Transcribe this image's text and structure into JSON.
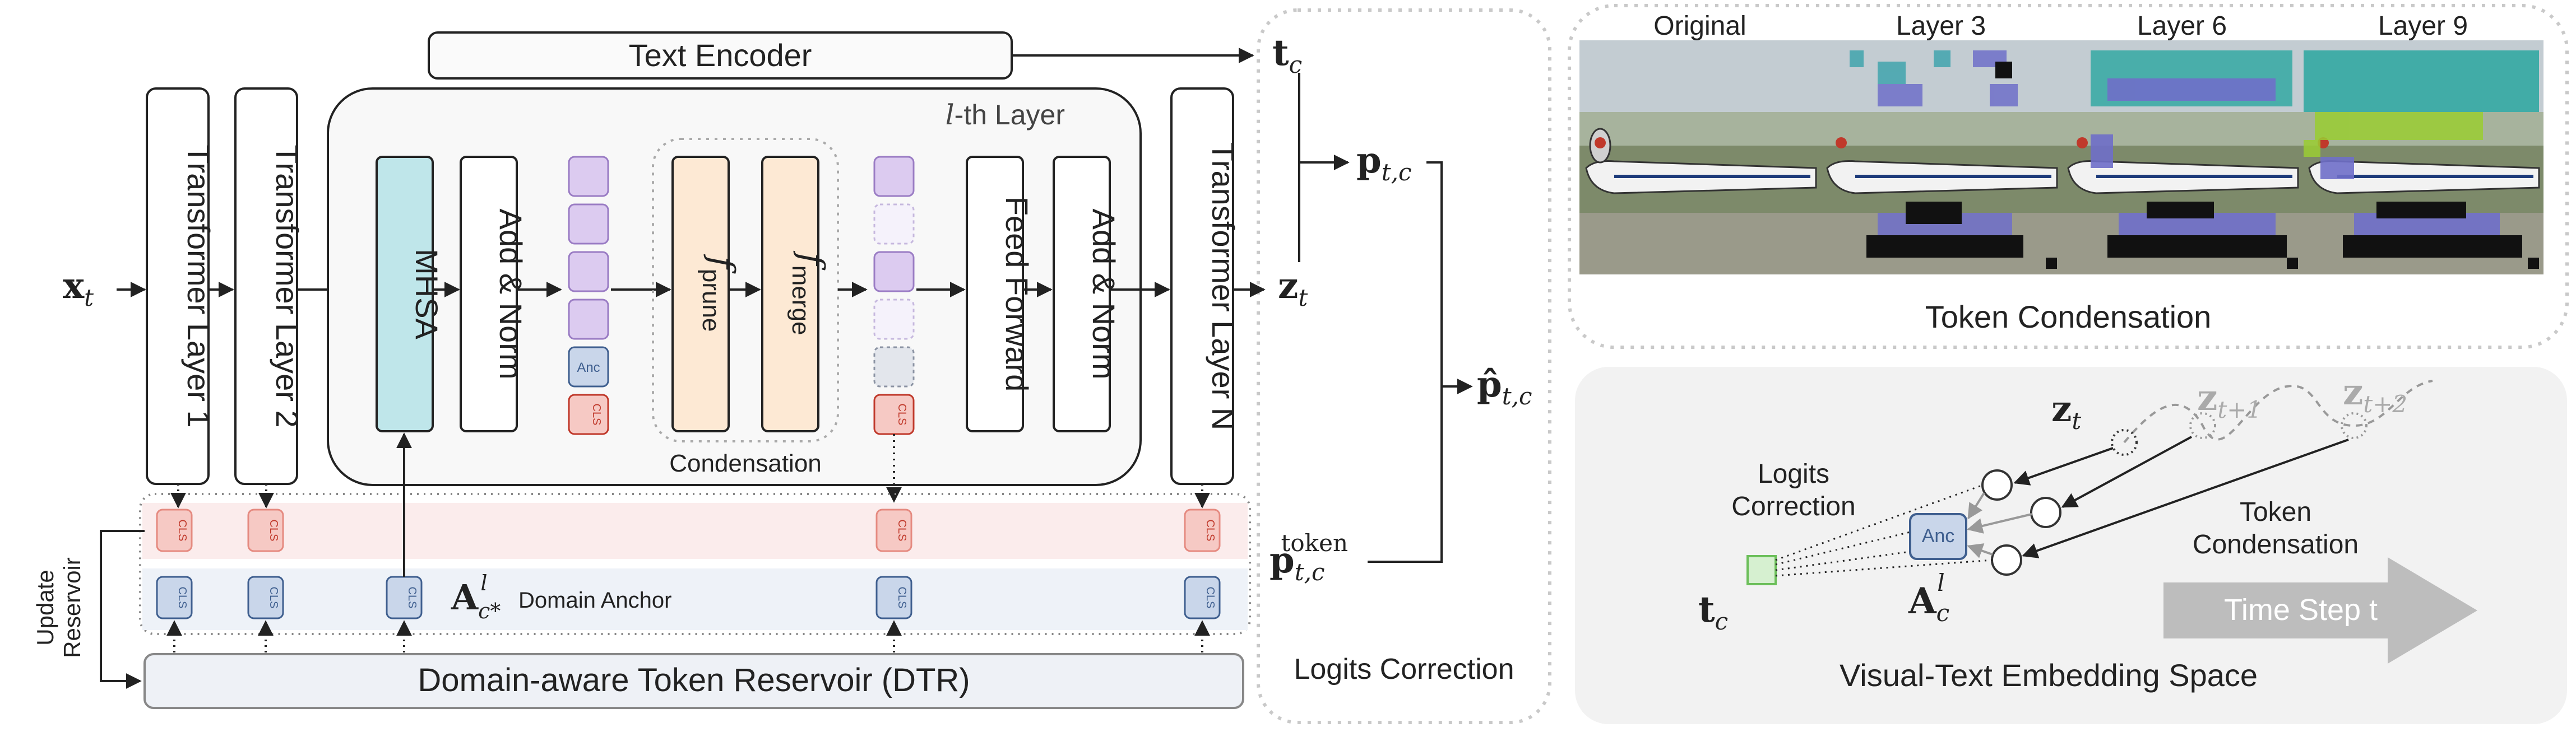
{
  "text_encoder": "Text Encoder",
  "inputs": {
    "x": "x",
    "x_sub": "t"
  },
  "layers": {
    "layer1": "Transformer Layer 1",
    "layer2": "Transformer Layer 2",
    "layerN": "Transformer Layer N"
  },
  "lth_layer": {
    "l": "l",
    "suffix": "-th Layer"
  },
  "blocks": {
    "mhsa": "MHSA",
    "add_norm": "Add & Norm",
    "feed_forward": "Feed Forward",
    "add_norm2": "Add & Norm",
    "f_prune_f": "f",
    "f_prune_sub": "prune",
    "f_merge_f": "f",
    "f_merge_sub": "merge",
    "condensation": "Condensation"
  },
  "token_labels": {
    "anc": "Anc",
    "cls": "CLS"
  },
  "outputs": {
    "tc": "t",
    "tc_sub": "c",
    "p": "p",
    "p_sub": "t,c",
    "z": "z",
    "z_sub": "t",
    "phat": "p̂",
    "phat_sub": "t,c",
    "ptoken": "p",
    "ptoken_sub": "t,c",
    "ptoken_sup": "token"
  },
  "anchor": {
    "A": "A",
    "sub": "c*",
    "sup": "l",
    "label": "Domain Anchor"
  },
  "reservoir": {
    "label": "Domain-aware Token Reservoir (DTR)",
    "update_1": "Update",
    "update_2": "Reservoir"
  },
  "logits_correction_panel": "Logits Correction",
  "token_condensation": {
    "title": "Token Condensation",
    "columns": [
      "Original",
      "Layer 3",
      "Layer 6",
      "Layer 9"
    ]
  },
  "embedding_space": {
    "title": "Visual-Text Embedding Space",
    "z_t": "z",
    "z_t_sub": "t",
    "z_t1": "z",
    "z_t1_sub": "t+1",
    "z_t2": "z",
    "z_t2_sub": "t+2",
    "logits_1": "Logits",
    "logits_2": "Correction",
    "token_1": "Token",
    "token_2": "Condensation",
    "anc": "Anc",
    "A": "A",
    "A_sub": "c",
    "A_sup": "l",
    "tc": "t",
    "tc_sub": "c",
    "time_step": "Time Step t"
  },
  "colors": {
    "mhsa": "#bfe6ea",
    "condense_block": "#fde9d4",
    "token_purple": "#dccbf0",
    "anchor_blue": "#c9d6ea",
    "cls_red": "#f6c9c4",
    "reservoir_fill": "#eef1f6",
    "dark": "#222222"
  }
}
